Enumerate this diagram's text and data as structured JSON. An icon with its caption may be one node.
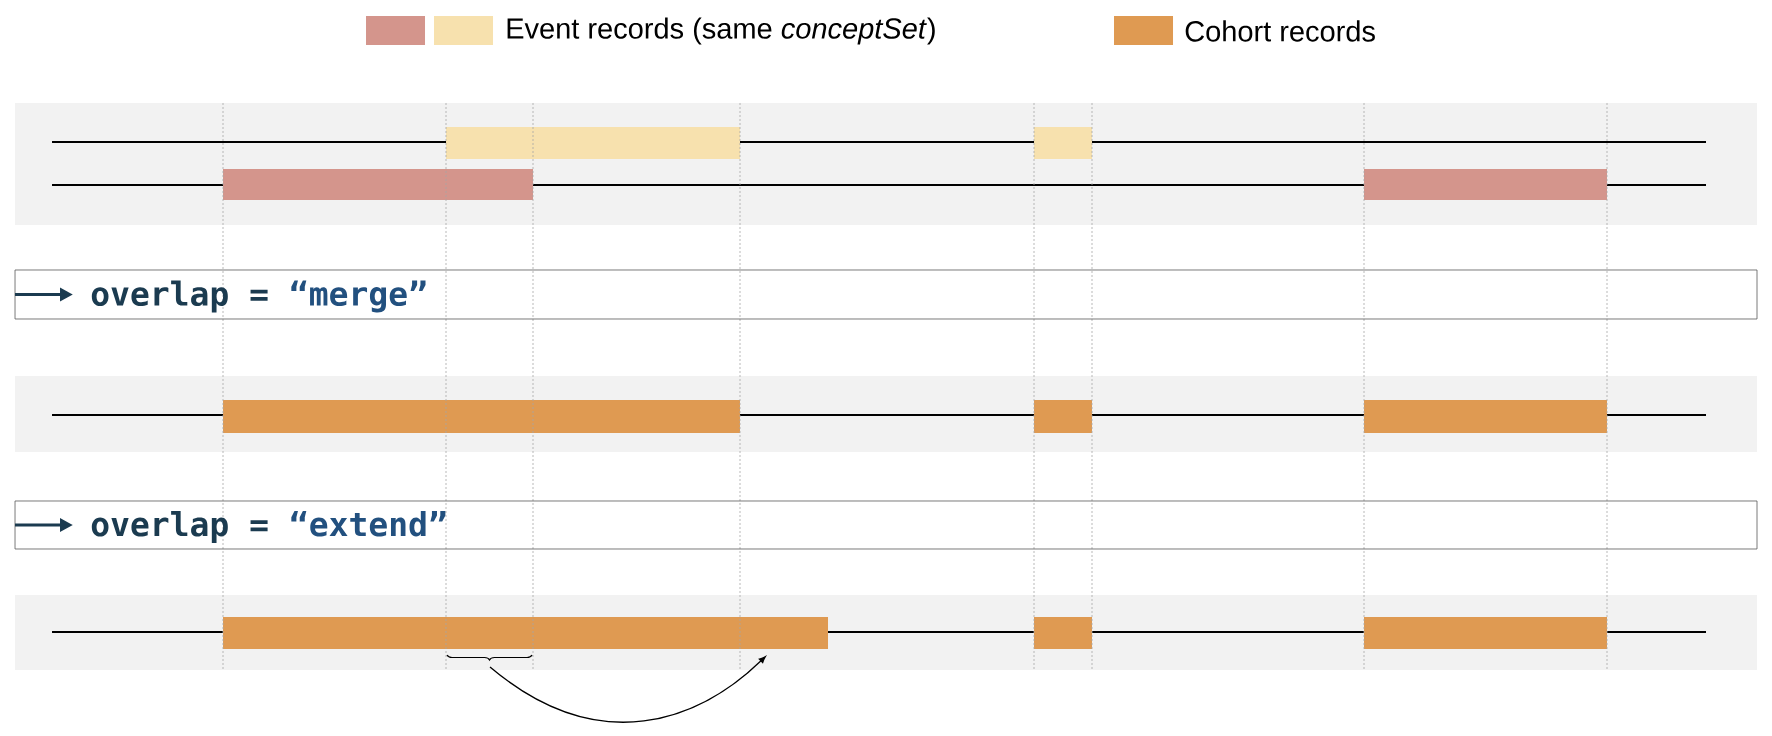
{
  "diagram": {
    "nodes": [
      {
        "text": [
          "overlap =",
          "“merge”"
        ]
      },
      {
        "text": [
          "overlap =",
          "“extend”"
        ]
      }
    ],
    "legend": [
      {
        "text": "Event records (same *conceptSet*)",
        "color": "#d4958c"
      },
      {
        "text": "Cohort records",
        "color": "#df9a52"
      }
    ]
  }
}
